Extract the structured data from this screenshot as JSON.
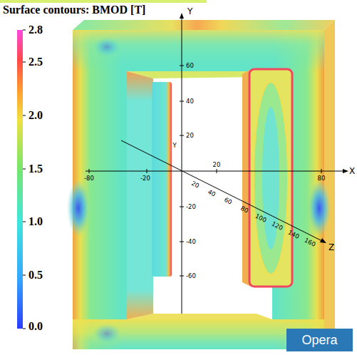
{
  "diagram": {
    "title": "Surface contours: BMOD [T]",
    "nodes": [
      {
        "text": [
          "Opera"
        ]
      }
    ],
    "labels": [
      "2.8",
      "2.5",
      "2.0",
      "1.5",
      "1.0",
      "0.5",
      "0.0",
      "Y",
      "60",
      "40",
      "20",
      "Y",
      "-20",
      "-40",
      "-60",
      "-80",
      "-20",
      "20",
      "80",
      "X",
      "20",
      "40",
      "60",
      "80",
      "100",
      "120",
      "140",
      "160",
      "Z"
    ]
  }
}
